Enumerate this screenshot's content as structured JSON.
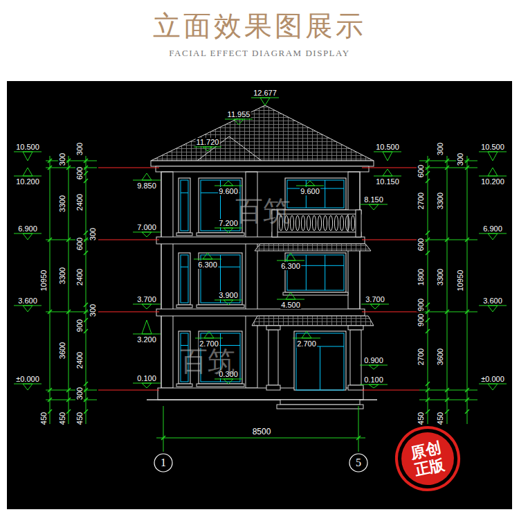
{
  "diagram": {
    "title": "立面效果图展示",
    "nodes": [
      {
        "text": [
          "1"
        ]
      },
      {
        "text": [
          "5"
        ]
      },
      {
        "text": [
          "原创 正版"
        ]
      }
    ],
    "labels": [
      "FACIAL EFFECT DIAGRAM DISPLAY",
      "10.500",
      "10.200",
      "6.900",
      "3.600",
      "±0.000",
      "10950",
      "450",
      "300",
      "3300",
      "3300",
      "3600",
      "450",
      "300",
      "600",
      "2400",
      "600",
      "2400",
      "900",
      "2400",
      "300",
      "450",
      "300",
      "300",
      "12.677",
      "11.955",
      "11.720",
      "9.850",
      "7.000",
      "3.700",
      "3.200",
      "0.100",
      "9.600",
      "7.200",
      "6.300",
      "3.900",
      "2.700",
      "0.300",
      "9.600",
      "8.150",
      "6.300",
      "4.500",
      "3.700",
      "2.700",
      "0.900",
      "0.100",
      "10.500",
      "10.150",
      "600",
      "2700",
      "600",
      "1800",
      "900",
      "900",
      "2700",
      "450",
      "300",
      "3300",
      "3300",
      "3600",
      "450",
      "300",
      "10950",
      "10.500",
      "10.200",
      "6.900",
      "3.600",
      "±0.000",
      "8500",
      "百筑",
      "百筑"
    ]
  }
}
